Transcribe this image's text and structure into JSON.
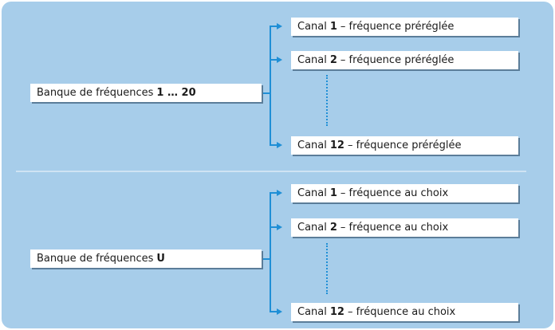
{
  "top": {
    "bank": {
      "prefix": "Banque de fréquences",
      "value": "1 … 20"
    },
    "channels": [
      {
        "prefix": "Canal",
        "num": "1",
        "suffix": "– fréquence préréglée"
      },
      {
        "prefix": "Canal",
        "num": "2",
        "suffix": "– fréquence préréglée"
      },
      {
        "prefix": "Canal",
        "num": "12",
        "suffix": "– fréquence préréglée"
      }
    ]
  },
  "bottom": {
    "bank": {
      "prefix": "Banque de fréquences",
      "value": "U"
    },
    "channels": [
      {
        "prefix": "Canal",
        "num": "1",
        "suffix": "– fréquence au choix"
      },
      {
        "prefix": "Canal",
        "num": "2",
        "suffix": "– fréquence au choix"
      },
      {
        "prefix": "Canal",
        "num": "12",
        "suffix": "– fréquence au choix"
      }
    ]
  },
  "colors": {
    "background": "#a7cdea",
    "connector": "#1f8fd6",
    "box": "#ffffff"
  }
}
